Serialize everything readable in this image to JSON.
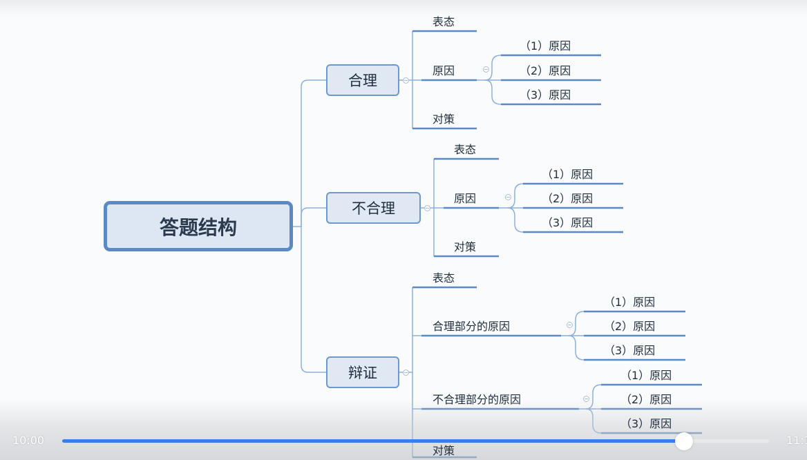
{
  "mindmap": {
    "root": "答题结构",
    "branches": [
      {
        "label": "合理",
        "children": [
          {
            "label": "表态"
          },
          {
            "label": "原因",
            "children": [
              "（1）原因",
              "（2）原因",
              "（3）原因"
            ]
          },
          {
            "label": "对策"
          }
        ]
      },
      {
        "label": "不合理",
        "children": [
          {
            "label": "表态"
          },
          {
            "label": "原因",
            "children": [
              "（1）原因",
              "（2）原因",
              "（3）原因"
            ]
          },
          {
            "label": "对策"
          }
        ]
      },
      {
        "label": "辩证",
        "children": [
          {
            "label": "表态"
          },
          {
            "label": "合理部分的原因",
            "children": [
              "（1）原因",
              "（2）原因",
              "（3）原因"
            ]
          },
          {
            "label": "不合理部分的原因",
            "children": [
              "（1）原因",
              "（2）原因",
              "（3）原因"
            ]
          },
          {
            "label": "对策"
          }
        ]
      }
    ]
  },
  "player": {
    "current_time": "10:00",
    "total_time": "11:1",
    "progress": 0.88,
    "accent_color": "#3b7cf0"
  }
}
